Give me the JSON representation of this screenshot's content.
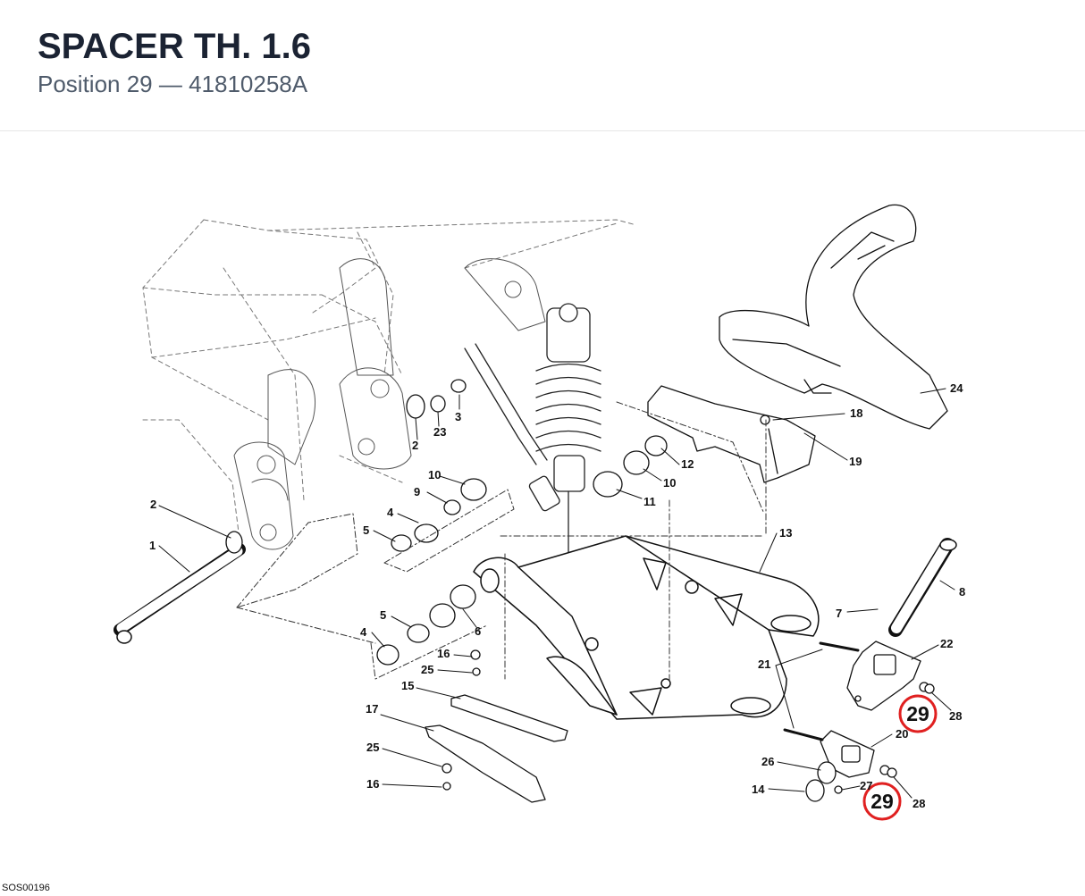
{
  "header": {
    "title": "SPACER TH. 1.6",
    "subtitle": "Position 29 — 41810258A"
  },
  "diagram": {
    "callouts": [
      {
        "id": "1",
        "text": "1"
      },
      {
        "id": "2a",
        "text": "2"
      },
      {
        "id": "2b",
        "text": "2"
      },
      {
        "id": "3",
        "text": "3"
      },
      {
        "id": "4a",
        "text": "4"
      },
      {
        "id": "4b",
        "text": "4"
      },
      {
        "id": "5a",
        "text": "5"
      },
      {
        "id": "5b",
        "text": "5"
      },
      {
        "id": "6",
        "text": "6"
      },
      {
        "id": "7",
        "text": "7"
      },
      {
        "id": "8",
        "text": "8"
      },
      {
        "id": "9",
        "text": "9"
      },
      {
        "id": "10a",
        "text": "10"
      },
      {
        "id": "10b",
        "text": "10"
      },
      {
        "id": "11",
        "text": "11"
      },
      {
        "id": "12",
        "text": "12"
      },
      {
        "id": "13",
        "text": "13"
      },
      {
        "id": "14",
        "text": "14"
      },
      {
        "id": "15",
        "text": "15"
      },
      {
        "id": "16a",
        "text": "16"
      },
      {
        "id": "16b",
        "text": "16"
      },
      {
        "id": "17",
        "text": "17"
      },
      {
        "id": "18",
        "text": "18"
      },
      {
        "id": "19",
        "text": "19"
      },
      {
        "id": "20",
        "text": "20"
      },
      {
        "id": "21",
        "text": "21"
      },
      {
        "id": "22",
        "text": "22"
      },
      {
        "id": "23",
        "text": "23"
      },
      {
        "id": "24",
        "text": "24"
      },
      {
        "id": "25a",
        "text": "25"
      },
      {
        "id": "25b",
        "text": "25"
      },
      {
        "id": "26",
        "text": "26"
      },
      {
        "id": "27",
        "text": "27"
      },
      {
        "id": "28a",
        "text": "28"
      },
      {
        "id": "28b",
        "text": "28"
      }
    ],
    "highlight": {
      "text": "29",
      "color": "#e02020"
    },
    "drawing_code": "SOS00196"
  }
}
